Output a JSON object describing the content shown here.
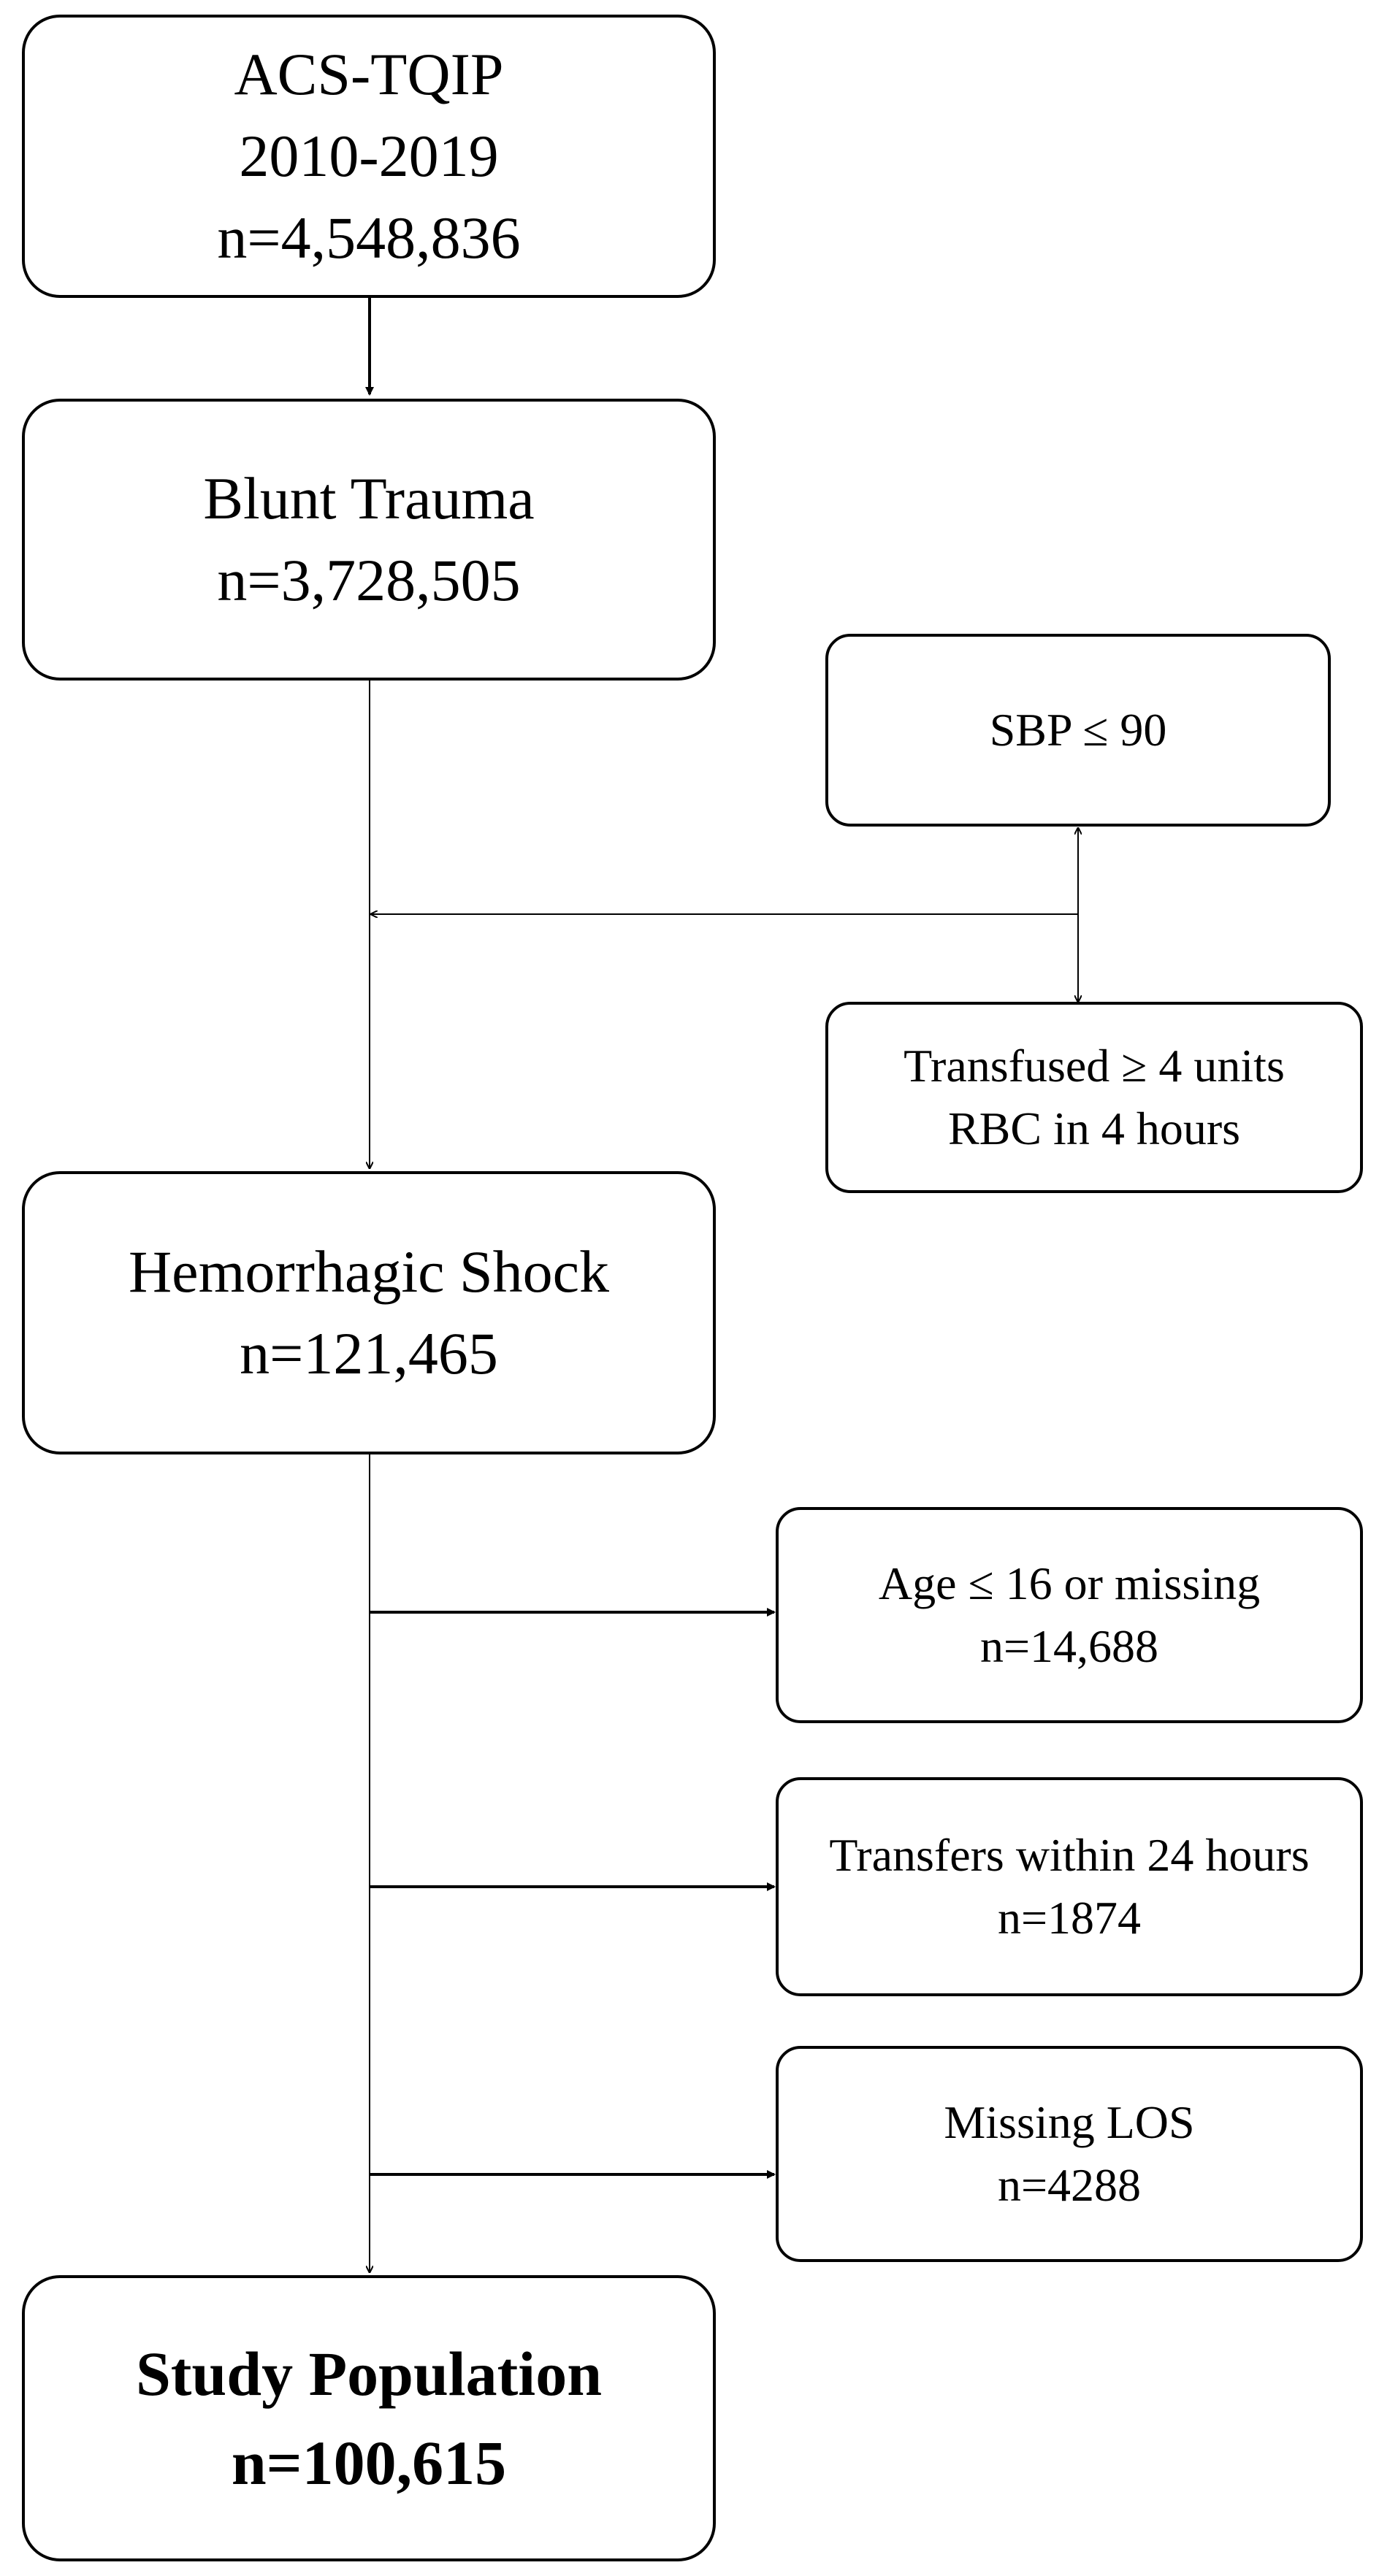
{
  "boxes": {
    "source": {
      "line1": "ACS-TQIP",
      "line2": "2010-2019",
      "line3": "n=4,548,836"
    },
    "blunt": {
      "line1": "Blunt Trauma",
      "line2": "n=3,728,505"
    },
    "sbp": {
      "line1": "SBP ≤ 90"
    },
    "transfused": {
      "line1": "Transfused ≥ 4 units",
      "line2": "RBC in 4 hours"
    },
    "shock": {
      "line1": "Hemorrhagic Shock",
      "line2": "n=121,465"
    },
    "age": {
      "line1": "Age ≤ 16 or missing",
      "line2": "n=14,688"
    },
    "transfers": {
      "line1": "Transfers within 24 hours",
      "line2": "n=1874"
    },
    "los": {
      "line1": "Missing LOS",
      "line2": "n=4288"
    },
    "study": {
      "line1": "Study Population",
      "line2": "n=100,615"
    }
  }
}
